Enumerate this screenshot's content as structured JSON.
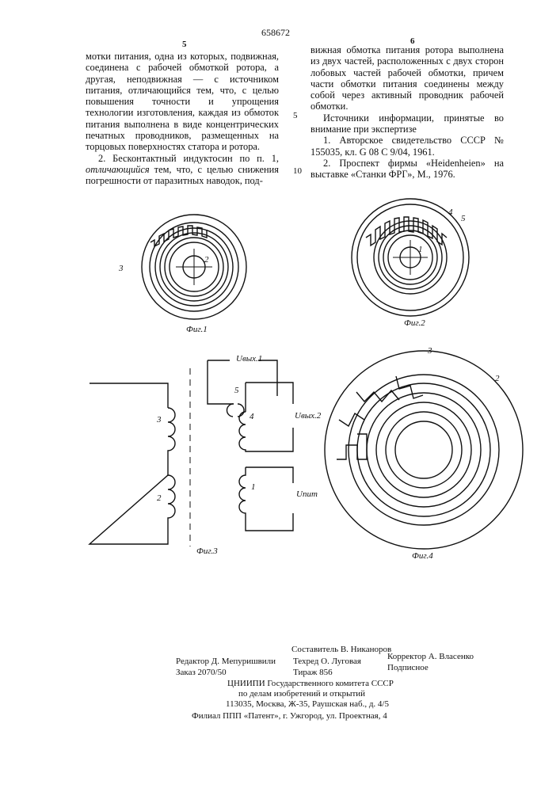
{
  "header": {
    "patent_number": "658672",
    "col_left_number": "5",
    "col_right_number": "6",
    "margin_num_5": "5",
    "margin_num_10": "10"
  },
  "left_column": {
    "p1": "мотки питания, одна из которых, подвижная, соединена с рабочей обмоткой ротора, а другая, неподвижная — с источником питания, отличающийся тем, что, с целью повышения точности и упрощения технологии изготовления, каждая из обмоток питания выполнена в виде концентрических печатных проводников, размещенных на торцовых поверхностях статора и ротора.",
    "p2_a": "2. Бесконтактный индуктосин по п. 1, ",
    "p2_italic": "отличающийся",
    "p2_b": " тем, что, с целью снижения погрешности от паразитных наводок, под-"
  },
  "right_column": {
    "p1": "вижная обмотка питания ротора выполнена из двух частей, расположенных с двух сторон лобовых частей рабочей обмотки, причем части обмотки питания соединены между собой через активный проводник рабочей обмотки.",
    "sources_title": "Источники информации, принятые во внимание при экспертизе",
    "ref1": "1. Авторское свидетельство СССР № 155035, кл. G 08 С 9/04, 1961.",
    "ref2": "2. Проспект фирмы «Heidenheien» на выставке «Станки ФРГ», М., 1976."
  },
  "figures": {
    "fig1_caption": "Фиг.1",
    "fig2_caption": "Фиг.2",
    "fig3_caption": "Фиг.3",
    "fig4_caption": "Фиг.4",
    "fig1_labels": [
      "3",
      "2"
    ],
    "fig2_labels": [
      "4",
      "5",
      "1"
    ],
    "fig3_labels": {
      "u_out1": "Uвых.1",
      "u_out2": "Uвых.2",
      "u_pit": "Uпит",
      "n3": "3",
      "n2": "2",
      "n5": "5",
      "n4": "4",
      "n1": "1"
    },
    "fig4_labels": [
      "3",
      "2"
    ]
  },
  "imprint": {
    "compiler": "Составитель В. Никаноров",
    "editor": "Редактор Д. Мепуришвили",
    "techred": "Техред О. Луговая",
    "corrector": "Корректор А. Власенко",
    "order": "Заказ 2070/50",
    "circulation": "Тираж 856",
    "subscription": "Подписное",
    "org1": "ЦНИИПИ Государственного комитета СССР",
    "org2": "по делам изобретений и открытий",
    "address": "113035, Москва, Ж-35, Раушская наб., д. 4/5",
    "branch": "Филиал ППП «Патент», г. Ужгород, ул. Проектная, 4"
  }
}
